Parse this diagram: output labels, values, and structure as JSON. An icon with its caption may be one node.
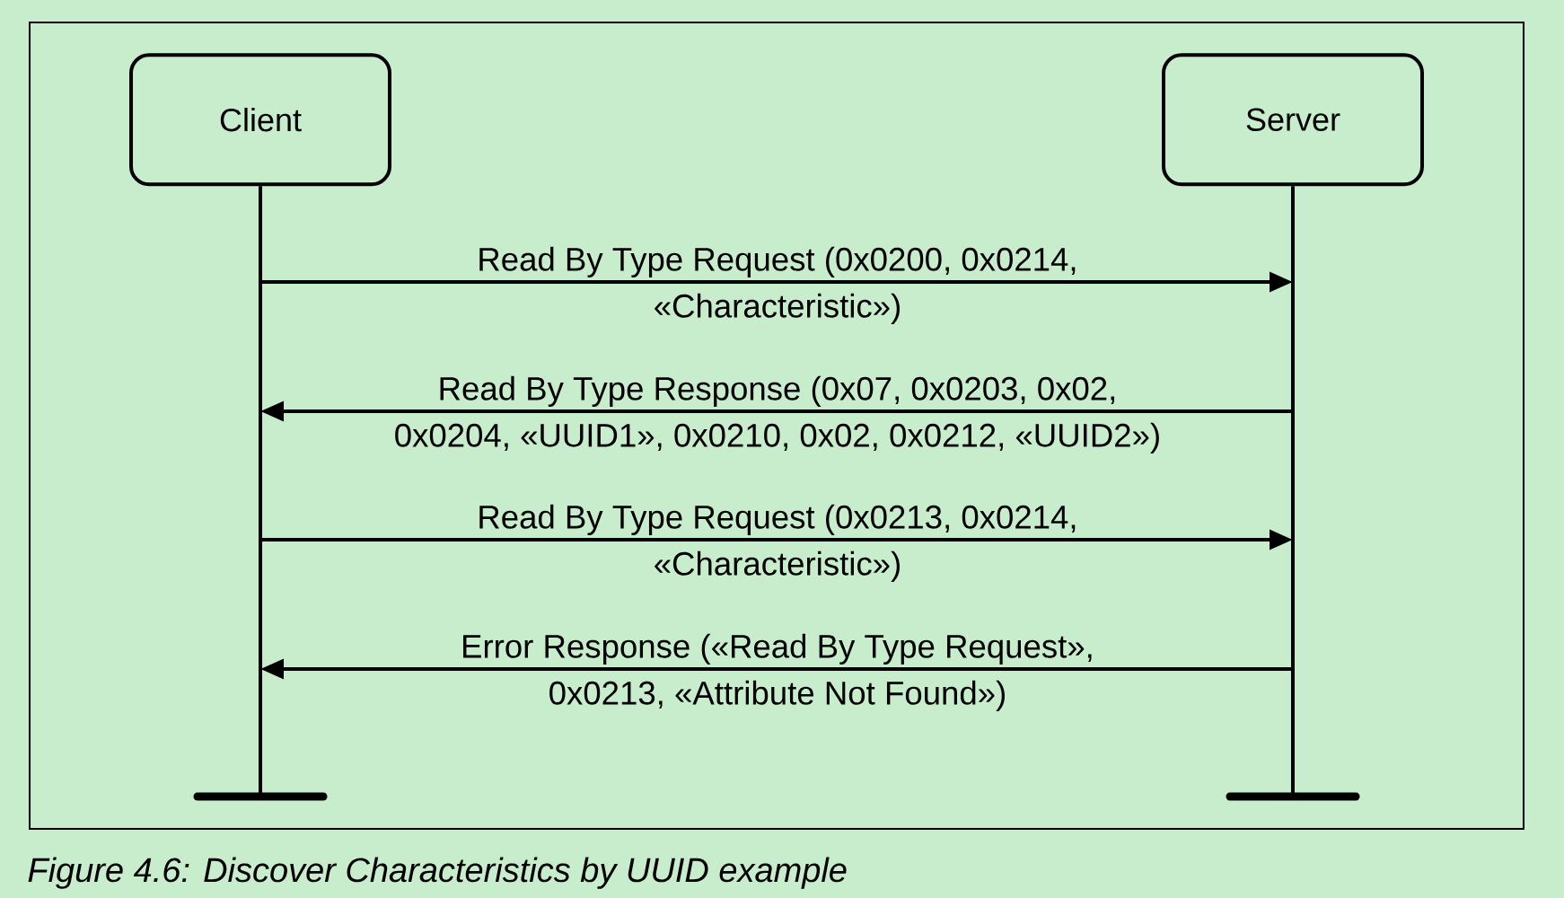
{
  "diagram": {
    "caption": "Figure 4.6:  Discover Characteristics by UUID example",
    "nodes": [
      {
        "text": [
          "Client"
        ]
      },
      {
        "text": [
          "Server"
        ]
      }
    ],
    "edges": [
      {
        "from": 0,
        "to": 1,
        "arrow": "to",
        "label": "Read By Type Request (0x0200, 0x0214, «Characteristic»)"
      },
      {
        "from": 1,
        "to": 0,
        "arrow": "to",
        "label": "Read By Type Response (0x07, 0x0203, 0x02, 0x0204, «UUID1», 0x0210, 0x02, 0x0212, «UUID2»)"
      },
      {
        "from": 0,
        "to": 1,
        "arrow": "to",
        "label": "Read By Type Request (0x0213, 0x0214, «Characteristic»)"
      },
      {
        "from": 1,
        "to": 0,
        "arrow": "to",
        "label": "Error Response («Read By Type Request», 0x0213, «Attribute Not Found»)"
      }
    ]
  }
}
